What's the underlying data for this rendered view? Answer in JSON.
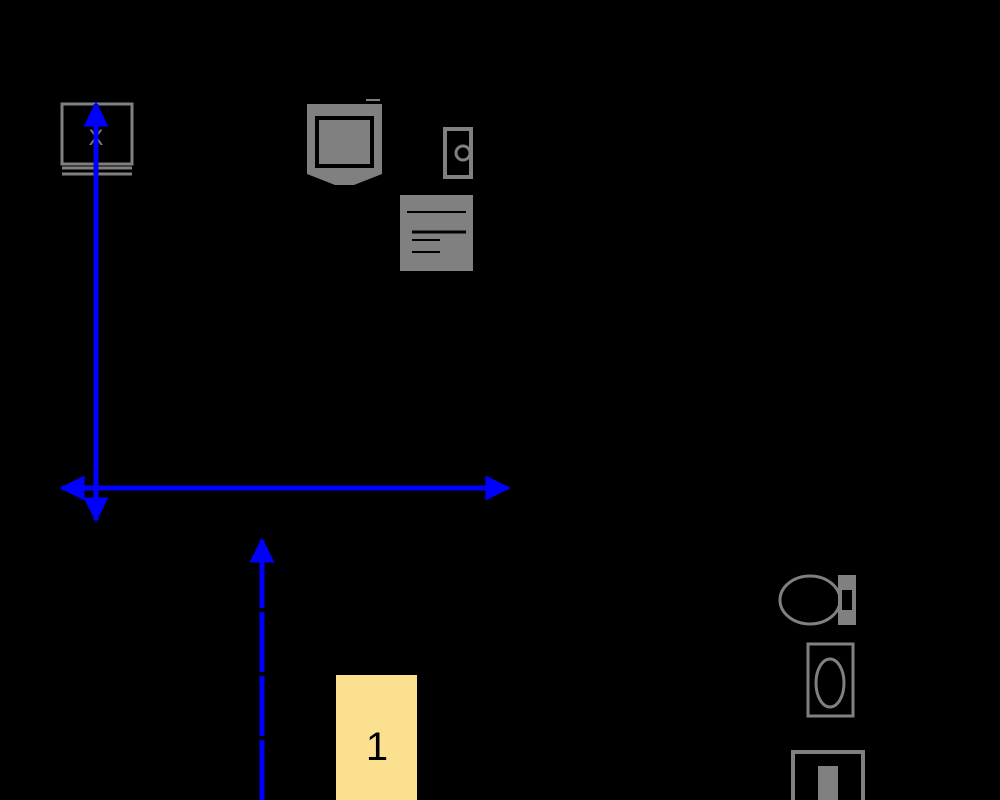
{
  "diagram": {
    "background": "#000000",
    "fixture_color": "#808080",
    "route_color": "#0000ff",
    "zone_color": "#fbe18f",
    "zone_label": "1",
    "fixture_mark": "X",
    "fixtures": [
      "range-hood-fixture",
      "dishwasher-fixture",
      "washer-fixture",
      "cabinet-fixture",
      "toilet-fixture",
      "sink-fixture",
      "shower-fixture"
    ]
  }
}
